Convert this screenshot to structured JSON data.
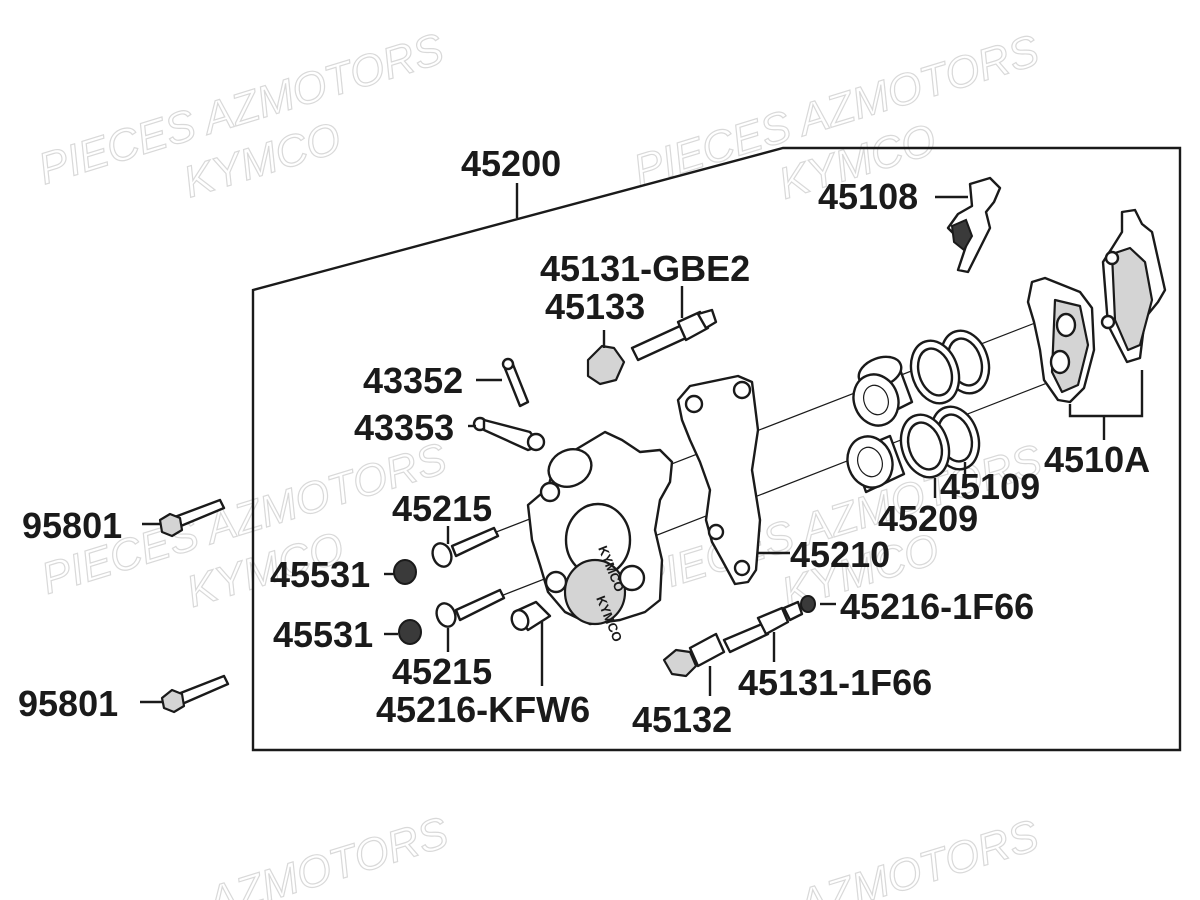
{
  "watermark": {
    "line1": "PIECES AZMOTORS",
    "line2": "KYMCO",
    "line3": "AZMOTORS"
  },
  "callouts": {
    "c45200": "45200",
    "c45108": "45108",
    "c45131_gbe2": "45131-GBE2",
    "c45133": "45133",
    "c43352": "43352",
    "c43353": "43353",
    "c45215_upper": "45215",
    "c95801_upper": "95801",
    "c45531_upper": "45531",
    "c45531_lower": "45531",
    "c45215_lower": "45215",
    "c45216_kfw6": "45216-KFW6",
    "c95801_lower": "95801",
    "c45210": "45210",
    "c45209": "45209",
    "c45109": "45109",
    "c4510a": "4510A",
    "c45216_1f66": "45216-1F66",
    "c45131_1f66": "45131-1F66",
    "c45132": "45132"
  },
  "caliper_stamp": "KYMCO"
}
